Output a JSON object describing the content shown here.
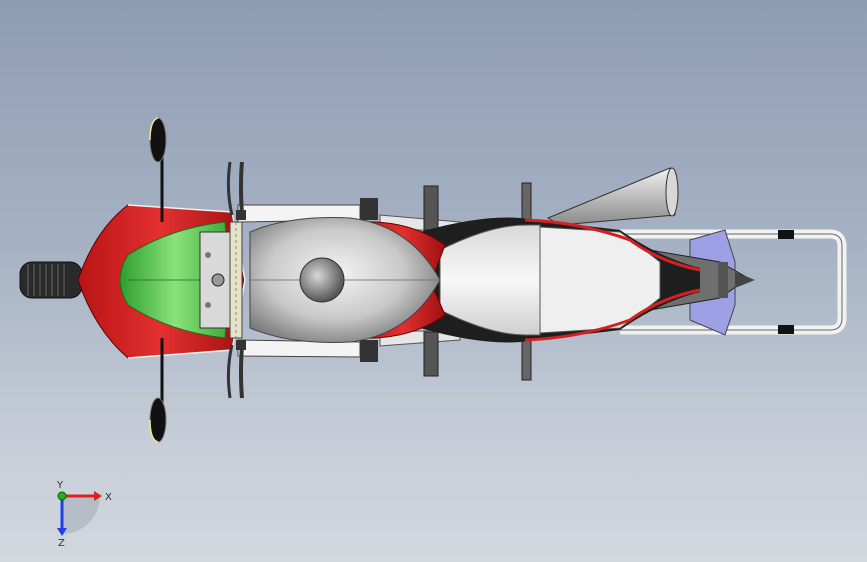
{
  "view": {
    "background_top": "#8e9cb4",
    "background_bottom": "#d3d8de"
  },
  "model": {
    "colors": {
      "fairing_red": "#d42020",
      "windscreen_green": "#5ec94e",
      "tank_silver": "#cfcfcf",
      "seat_white": "#ececec",
      "frame_white": "#f2f2f2",
      "tail_lavender": "#9ea0e6",
      "black": "#111111"
    }
  },
  "triad": {
    "x_label": "X",
    "y_label": "Y",
    "z_label": "Z",
    "x_color": "#e02020",
    "y_color": "#20b020",
    "z_color": "#2040e0"
  }
}
